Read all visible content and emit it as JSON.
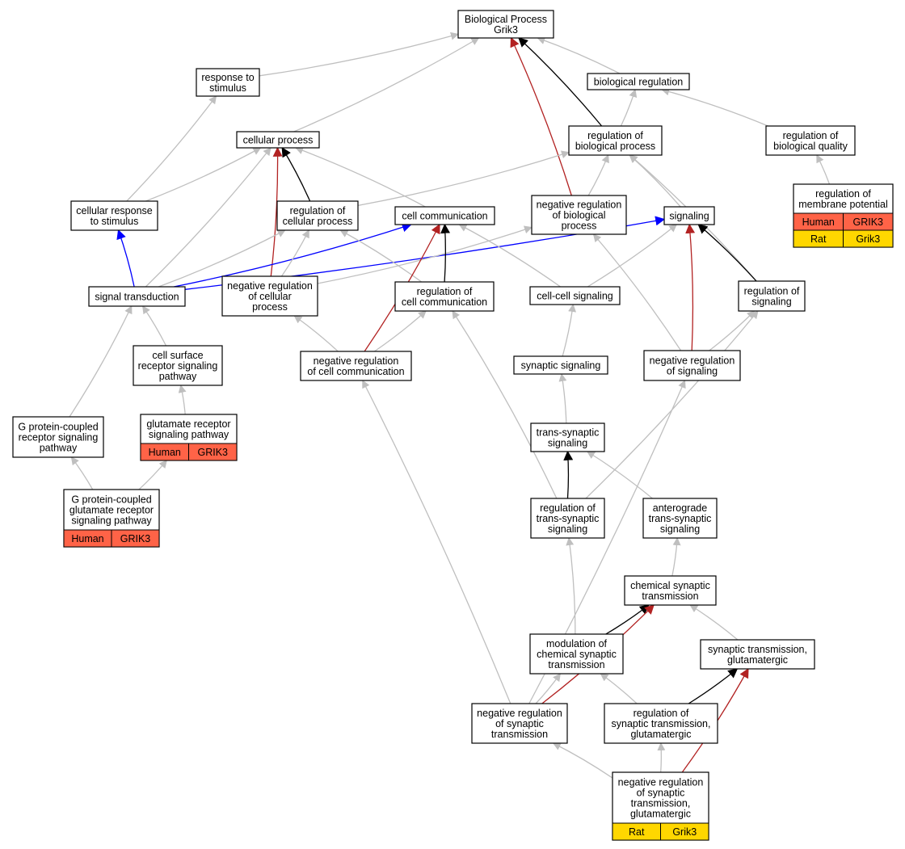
{
  "colors": {
    "gray": "#bfbfbf",
    "black": "#000000",
    "red": "#b22222",
    "blue": "#0000ff",
    "human": "#ff6347",
    "rat": "#ffd700"
  },
  "nodes": [
    {
      "id": "bp",
      "lines": [
        "Biological Process",
        "Grik3"
      ]
    },
    {
      "id": "rts",
      "lines": [
        "response to",
        "stimulus"
      ]
    },
    {
      "id": "br",
      "lines": [
        "biological regulation"
      ]
    },
    {
      "id": "cp",
      "lines": [
        "cellular process"
      ]
    },
    {
      "id": "rbp",
      "lines": [
        "regulation of",
        "biological process"
      ]
    },
    {
      "id": "rbq",
      "lines": [
        "regulation of",
        "biological quality"
      ]
    },
    {
      "id": "rmp",
      "lines": [
        "regulation of",
        "membrane potential"
      ],
      "rows": [
        [
          "Human",
          "GRIK3",
          "human"
        ],
        [
          "Rat",
          "Grik3",
          "rat"
        ]
      ]
    },
    {
      "id": "crs",
      "lines": [
        "cellular response",
        "to stimulus"
      ]
    },
    {
      "id": "rcp",
      "lines": [
        "regulation of",
        "cellular process"
      ]
    },
    {
      "id": "cc",
      "lines": [
        "cell communication"
      ]
    },
    {
      "id": "nrbp",
      "lines": [
        "negative regulation",
        "of biological",
        "process"
      ]
    },
    {
      "id": "sig",
      "lines": [
        "signaling"
      ]
    },
    {
      "id": "st",
      "lines": [
        "signal transduction"
      ]
    },
    {
      "id": "nrcp",
      "lines": [
        "negative regulation",
        "of cellular",
        "process"
      ]
    },
    {
      "id": "rcc",
      "lines": [
        "regulation of",
        "cell communication"
      ]
    },
    {
      "id": "ccs",
      "lines": [
        "cell-cell signaling"
      ]
    },
    {
      "id": "rs",
      "lines": [
        "regulation of",
        "signaling"
      ]
    },
    {
      "id": "csrsp",
      "lines": [
        "cell surface",
        "receptor signaling",
        "pathway"
      ]
    },
    {
      "id": "nrcc",
      "lines": [
        "negative regulation",
        "of cell communication"
      ]
    },
    {
      "id": "ss",
      "lines": [
        "synaptic signaling"
      ]
    },
    {
      "id": "nrs",
      "lines": [
        "negative regulation",
        "of signaling"
      ]
    },
    {
      "id": "gpcr",
      "lines": [
        "G protein-coupled",
        "receptor signaling",
        "pathway"
      ]
    },
    {
      "id": "grsp",
      "lines": [
        "glutamate receptor",
        "signaling pathway"
      ],
      "rows": [
        [
          "Human",
          "GRIK3",
          "human"
        ]
      ]
    },
    {
      "id": "tss",
      "lines": [
        "trans-synaptic",
        "signaling"
      ]
    },
    {
      "id": "gpcgr",
      "lines": [
        "G protein-coupled",
        "glutamate receptor",
        "signaling pathway"
      ],
      "rows": [
        [
          "Human",
          "GRIK3",
          "human"
        ]
      ]
    },
    {
      "id": "rtss",
      "lines": [
        "regulation of",
        "trans-synaptic",
        "signaling"
      ]
    },
    {
      "id": "atss",
      "lines": [
        "anterograde",
        "trans-synaptic",
        "signaling"
      ]
    },
    {
      "id": "cst",
      "lines": [
        "chemical synaptic",
        "transmission"
      ]
    },
    {
      "id": "mcst",
      "lines": [
        "modulation of",
        "chemical synaptic",
        "transmission"
      ]
    },
    {
      "id": "stg",
      "lines": [
        "synaptic transmission,",
        "glutamatergic"
      ]
    },
    {
      "id": "nrst",
      "lines": [
        "negative regulation",
        "of synaptic",
        "transmission"
      ]
    },
    {
      "id": "rstg",
      "lines": [
        "regulation of",
        "synaptic transmission,",
        "glutamatergic"
      ]
    },
    {
      "id": "nrstg",
      "lines": [
        "negative regulation",
        "of synaptic",
        "transmission,",
        "glutamatergic"
      ],
      "rows": [
        [
          "Rat",
          "Grik3",
          "rat"
        ]
      ]
    }
  ],
  "edges": [
    {
      "from": "rts",
      "to": "bp",
      "color": "gray"
    },
    {
      "from": "br",
      "to": "bp",
      "color": "gray"
    },
    {
      "from": "cp",
      "to": "bp",
      "color": "gray"
    },
    {
      "from": "rbp",
      "to": "bp",
      "color": "black"
    },
    {
      "from": "nrbp",
      "to": "bp",
      "color": "red"
    },
    {
      "from": "rbp",
      "to": "br",
      "color": "gray"
    },
    {
      "from": "rbq",
      "to": "br",
      "color": "gray"
    },
    {
      "from": "rmp",
      "to": "rbq",
      "color": "gray"
    },
    {
      "from": "crs",
      "to": "rts",
      "color": "gray"
    },
    {
      "from": "crs",
      "to": "cp",
      "color": "gray"
    },
    {
      "from": "rcp",
      "to": "cp",
      "color": "black"
    },
    {
      "from": "nrcp",
      "to": "cp",
      "color": "red"
    },
    {
      "from": "cc",
      "to": "cp",
      "color": "gray"
    },
    {
      "from": "st",
      "to": "cp",
      "color": "gray"
    },
    {
      "from": "rcp",
      "to": "rbp",
      "color": "gray"
    },
    {
      "from": "nrbp",
      "to": "rbp",
      "color": "gray"
    },
    {
      "from": "sig",
      "to": "rbp",
      "color": "gray"
    },
    {
      "from": "rs",
      "to": "rbp",
      "color": "gray"
    },
    {
      "from": "st",
      "to": "crs",
      "color": "blue"
    },
    {
      "from": "st",
      "to": "cc",
      "color": "blue"
    },
    {
      "from": "st",
      "to": "sig",
      "color": "blue"
    },
    {
      "from": "st",
      "to": "rcp",
      "color": "gray"
    },
    {
      "from": "nrcp",
      "to": "rcp",
      "color": "gray"
    },
    {
      "from": "nrcp",
      "to": "nrbp",
      "color": "gray"
    },
    {
      "from": "rcc",
      "to": "rcp",
      "color": "gray"
    },
    {
      "from": "rcc",
      "to": "cc",
      "color": "black"
    },
    {
      "from": "nrcc",
      "to": "cc",
      "color": "red"
    },
    {
      "from": "ccs",
      "to": "cc",
      "color": "gray"
    },
    {
      "from": "ccs",
      "to": "sig",
      "color": "gray"
    },
    {
      "from": "rs",
      "to": "sig",
      "color": "black"
    },
    {
      "from": "nrs",
      "to": "sig",
      "color": "red"
    },
    {
      "from": "nrs",
      "to": "nrbp",
      "color": "gray"
    },
    {
      "from": "csrsp",
      "to": "st",
      "color": "gray"
    },
    {
      "from": "gpcr",
      "to": "st",
      "color": "gray"
    },
    {
      "from": "nrcc",
      "to": "nrcp",
      "color": "gray"
    },
    {
      "from": "nrcc",
      "to": "rcc",
      "color": "gray"
    },
    {
      "from": "ss",
      "to": "ccs",
      "color": "gray"
    },
    {
      "from": "nrs",
      "to": "rs",
      "color": "gray"
    },
    {
      "from": "grsp",
      "to": "csrsp",
      "color": "gray"
    },
    {
      "from": "gpcgr",
      "to": "gpcr",
      "color": "gray"
    },
    {
      "from": "gpcgr",
      "to": "grsp",
      "color": "gray"
    },
    {
      "from": "tss",
      "to": "ss",
      "color": "gray"
    },
    {
      "from": "rtss",
      "to": "tss",
      "color": "black"
    },
    {
      "from": "rtss",
      "to": "rcc",
      "color": "gray"
    },
    {
      "from": "rtss",
      "to": "rs",
      "color": "gray"
    },
    {
      "from": "atss",
      "to": "tss",
      "color": "gray"
    },
    {
      "from": "cst",
      "to": "atss",
      "color": "gray"
    },
    {
      "from": "mcst",
      "to": "cst",
      "color": "black"
    },
    {
      "from": "mcst",
      "to": "rtss",
      "color": "gray"
    },
    {
      "from": "stg",
      "to": "cst",
      "color": "gray"
    },
    {
      "from": "nrst",
      "to": "mcst",
      "color": "gray"
    },
    {
      "from": "nrst",
      "to": "cst",
      "color": "red"
    },
    {
      "from": "nrst",
      "to": "nrcc",
      "color": "gray"
    },
    {
      "from": "nrst",
      "to": "nrs",
      "color": "gray"
    },
    {
      "from": "rstg",
      "to": "mcst",
      "color": "gray"
    },
    {
      "from": "rstg",
      "to": "stg",
      "color": "black"
    },
    {
      "from": "nrstg",
      "to": "rstg",
      "color": "gray"
    },
    {
      "from": "nrstg",
      "to": "nrst",
      "color": "gray"
    },
    {
      "from": "nrstg",
      "to": "stg",
      "color": "red"
    }
  ]
}
